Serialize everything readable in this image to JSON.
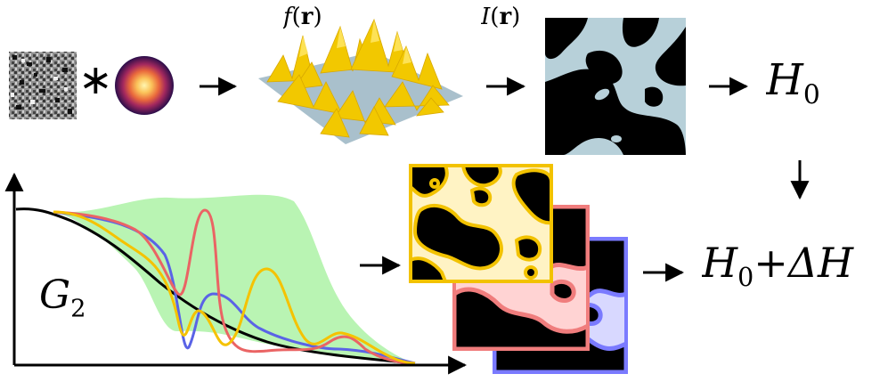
{
  "labels": {
    "convolution_operator": "∗",
    "f_func": "f",
    "f_arg": "r",
    "i_func": "I",
    "i_arg": "r",
    "h": "H",
    "h_sub": "0",
    "plus": "+",
    "delta_h": "ΔH",
    "g": "G",
    "g_sub": "2"
  },
  "colors": {
    "surface_yellow": "#f2c800",
    "surface_floor": "#a9c0cc",
    "mask_blue": "#b7d0d9",
    "mask_black": "#000000",
    "envelope_green": "#b9f4b3",
    "curve_black": "#000000",
    "curve_blue": "#5a63e6",
    "curve_red": "#ea6464",
    "curve_yellow": "#f5c200",
    "layer1_fill": "#fff3c4",
    "layer1_edge": "#f2c200",
    "layer2_fill": "#ffd3d3",
    "layer2_edge": "#f07d7d",
    "layer3_fill": "#d8d8ff",
    "layer3_edge": "#7a7aff"
  },
  "icons": [
    "noise-texture-icon",
    "radial-kernel-icon",
    "surface-3d-icon",
    "binary-mask-icon",
    "arrow-icon"
  ]
}
